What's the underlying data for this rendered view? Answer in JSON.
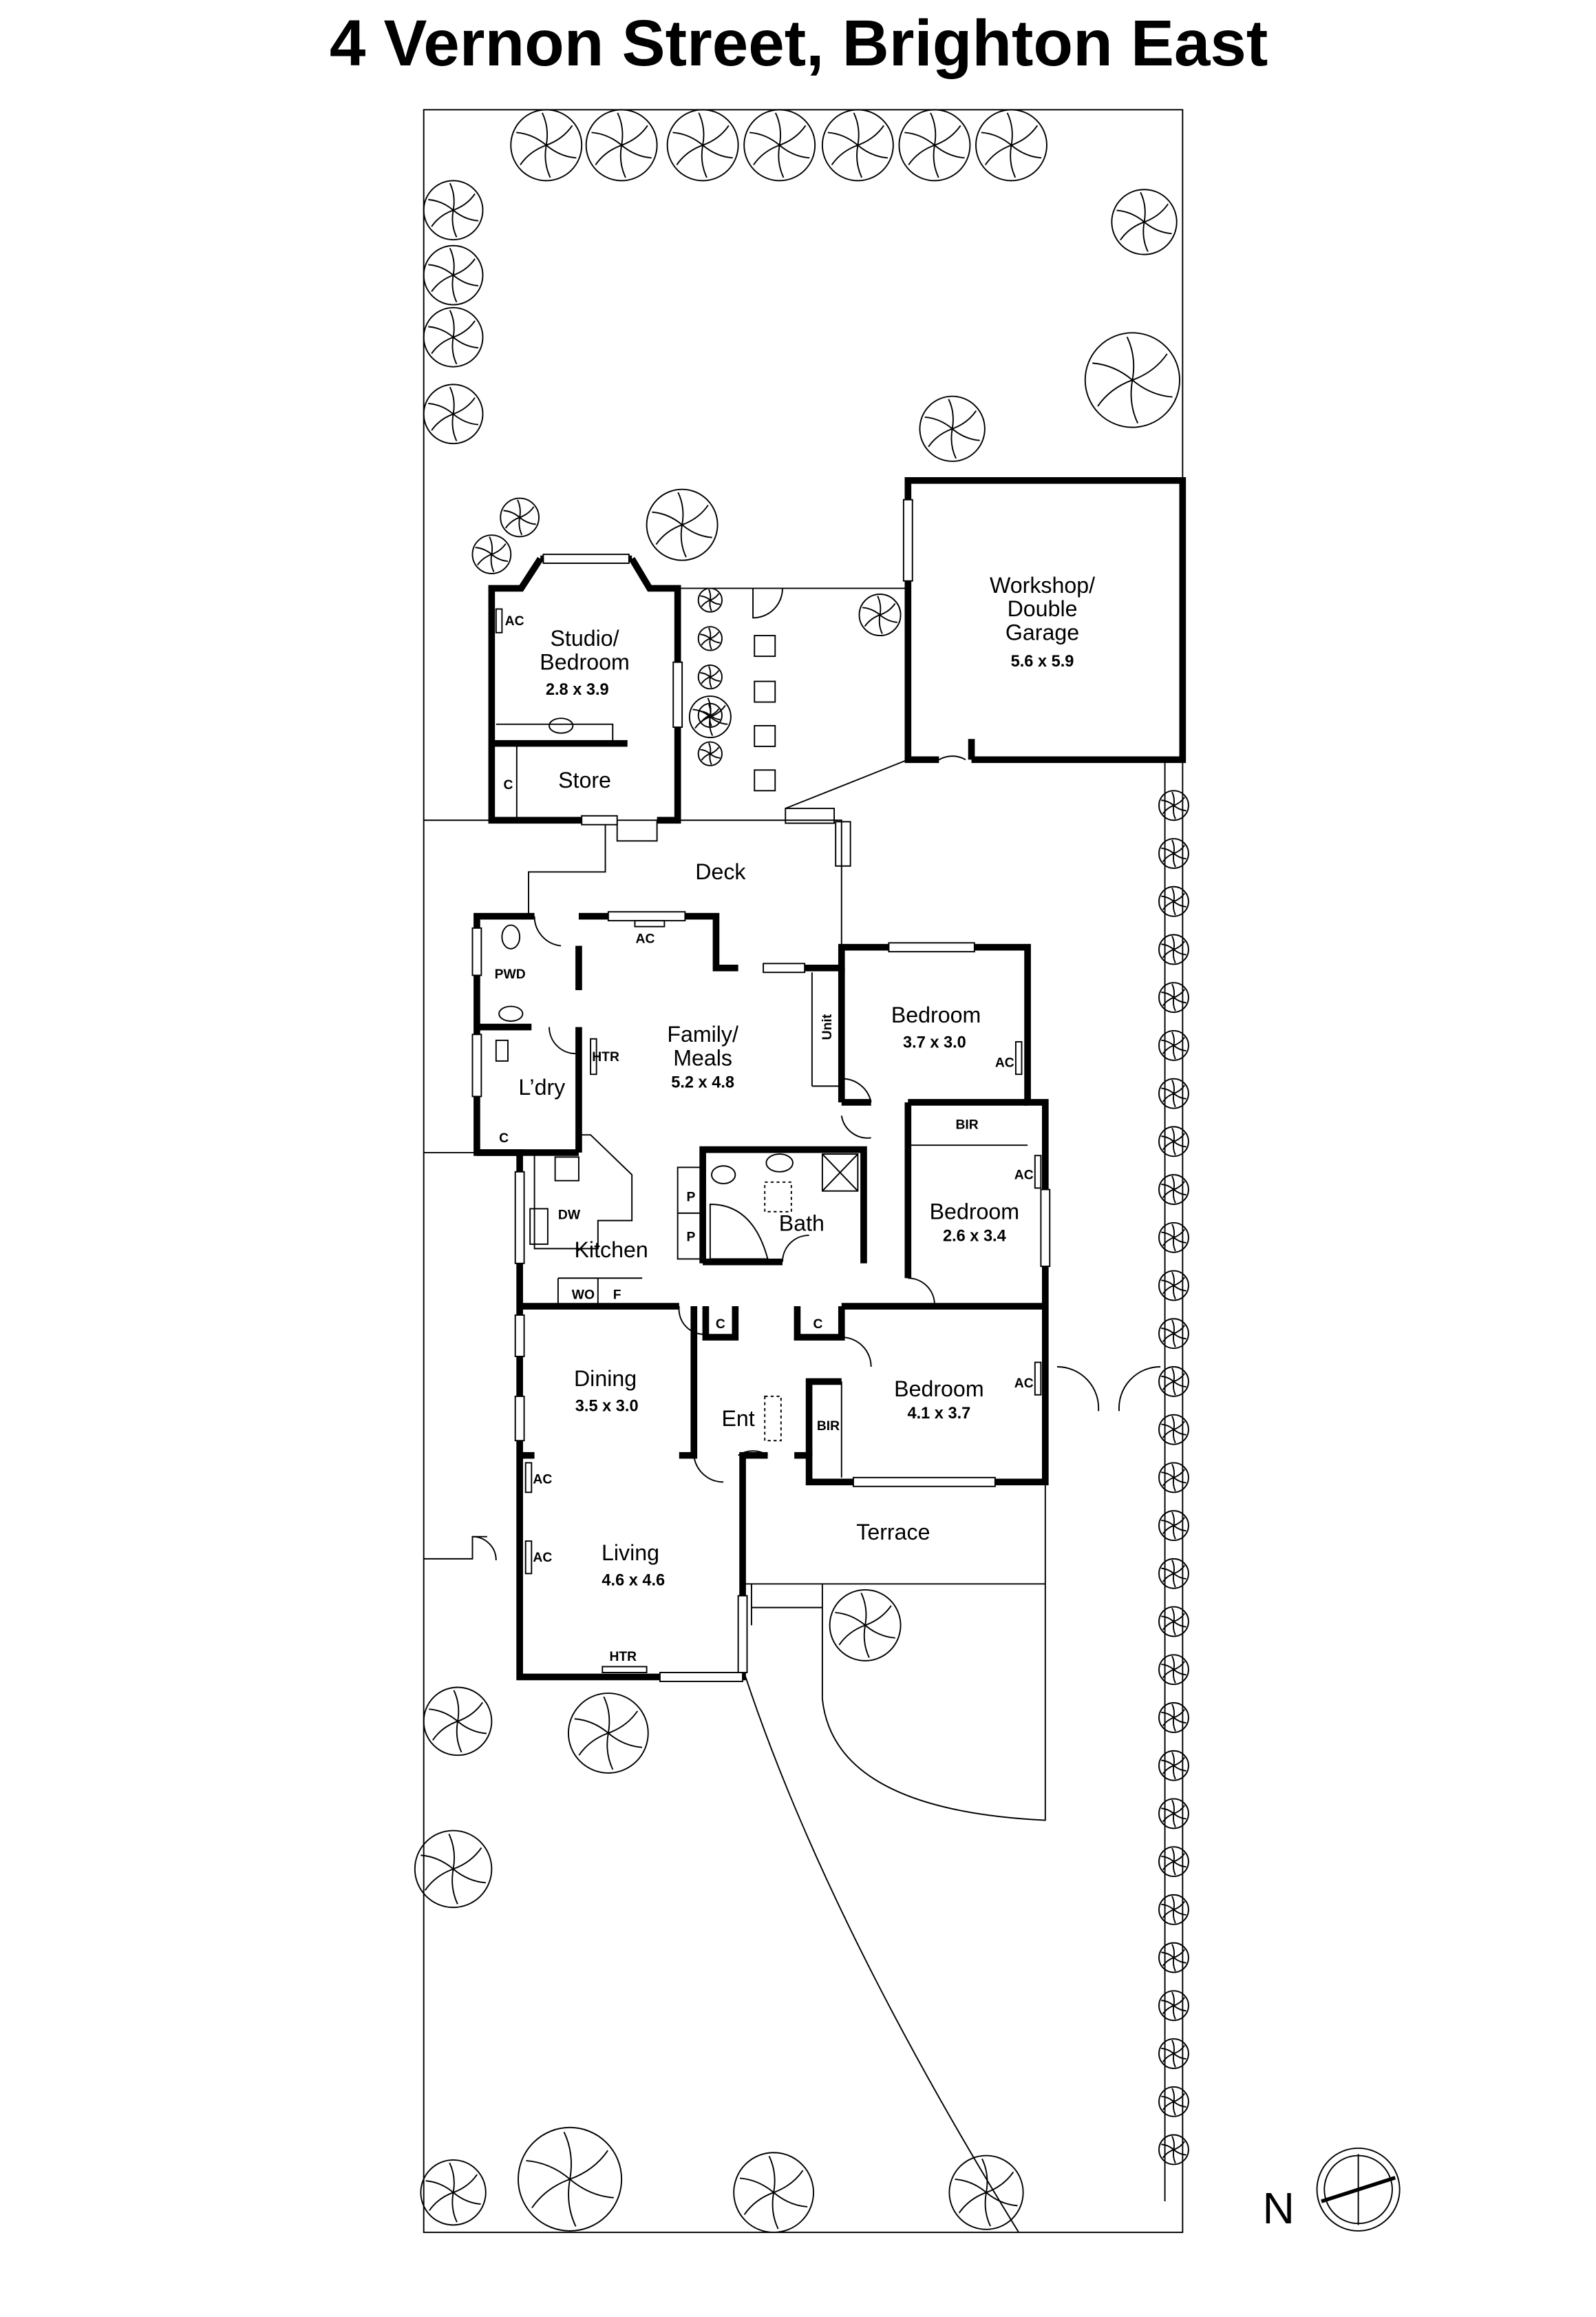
{
  "title": "4 Vernon Street, Brighton East",
  "rooms": {
    "studio": {
      "name_1": "Studio/",
      "name_2": "Bedroom",
      "dims": "2.8 x 3.9"
    },
    "store": {
      "name": "Store"
    },
    "garage": {
      "name_1": "Workshop/",
      "name_2": "Double",
      "name_3": "Garage",
      "dims": "5.6 x 5.9"
    },
    "deck": {
      "name": "Deck"
    },
    "family": {
      "name_1": "Family/",
      "name_2": "Meals",
      "dims": "5.2 x 4.8"
    },
    "bedroom1": {
      "name": "Bedroom",
      "dims": "3.7 x 3.0"
    },
    "bedroom2": {
      "name": "Bedroom",
      "dims": "2.6 x 3.4"
    },
    "bedroom3": {
      "name": "Bedroom",
      "dims": "4.1 x 3.7"
    },
    "laundry": {
      "name": "L’dry"
    },
    "kitchen": {
      "name": "Kitchen"
    },
    "bath": {
      "name": "Bath"
    },
    "dining": {
      "name": "Dining",
      "dims": "3.5 x 3.0"
    },
    "entry": {
      "name": "Ent"
    },
    "living": {
      "name": "Living",
      "dims": "4.6 x 4.6"
    },
    "terrace": {
      "name": "Terrace"
    }
  },
  "labels": {
    "ac": "AC",
    "c": "C",
    "pwd": "PWD",
    "htr": "HTR",
    "unit": "Unit",
    "bir": "BIR",
    "dw": "DW",
    "wo": "WO",
    "f": "F",
    "p": "P"
  },
  "compass": {
    "label": "N",
    "icon": "north-compass-icon"
  },
  "colors": {
    "line": "#000000",
    "background": "#ffffff"
  }
}
